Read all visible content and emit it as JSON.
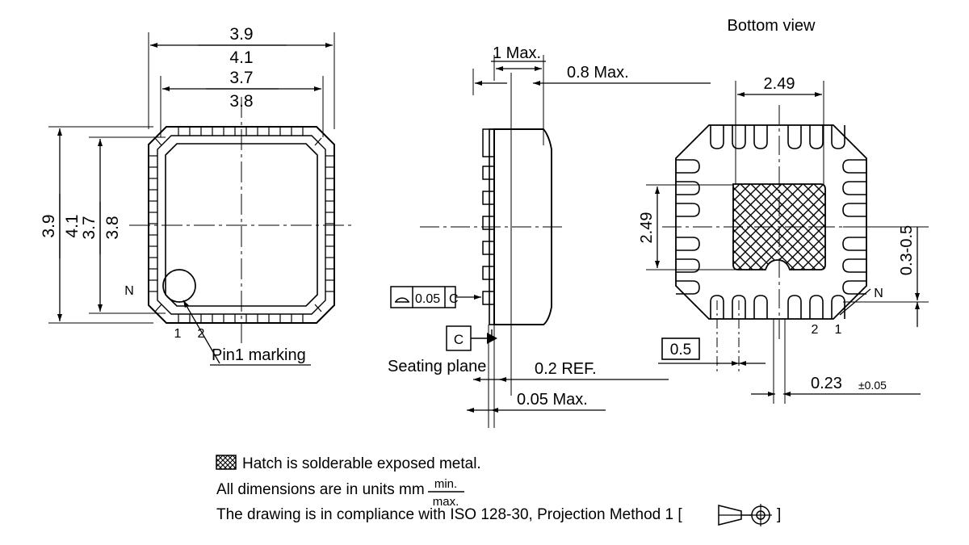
{
  "drawing": {
    "title_bottom_view": "Bottom view",
    "units_note": "All dimensions are in units mm",
    "hatch_note": "Hatch is solderable exposed metal.",
    "iso_note": "The drawing is in compliance with ISO 128-30, Projection Method 1 [",
    "iso_note_close": "]",
    "min_label": "min.",
    "max_label": "max.",
    "line_color": "#000000",
    "background": "#ffffff"
  },
  "top_view": {
    "dim_width_min": "3.9",
    "dim_width_max": "4.1",
    "dim_body_min": "3.7",
    "dim_body_max": "3.8",
    "dim_height_min": "3.9",
    "dim_height_max": "4.1",
    "dim_body_h_min": "3.7",
    "dim_body_h_max": "3.8",
    "pin_n_label": "N",
    "pin_1_label": "1",
    "pin_2_label": "2",
    "pin1_marking_label": "Pin1 marking"
  },
  "side_view": {
    "dim_total_height": "1 Max.",
    "dim_body_height": "0.8 Max.",
    "dim_lead_ref": "0.2 REF.",
    "dim_standoff": "0.05 Max.",
    "seating_plane_label": "Seating plane",
    "datum_label": "C",
    "fcf_tolerance": "0.05",
    "fcf_datum": "C",
    "fcf_symbol": "coplanarity-arc-icon"
  },
  "bottom_view": {
    "dim_pad_width": "2.49",
    "dim_pad_height": "2.49",
    "dim_lead_length": "0.3-0.5",
    "dim_pitch": "0.5",
    "dim_lead_width": "0.23",
    "dim_lead_width_tol": "±0.05",
    "pin_n_label": "N",
    "pin_1_label": "1",
    "pin_2_label": "2"
  }
}
